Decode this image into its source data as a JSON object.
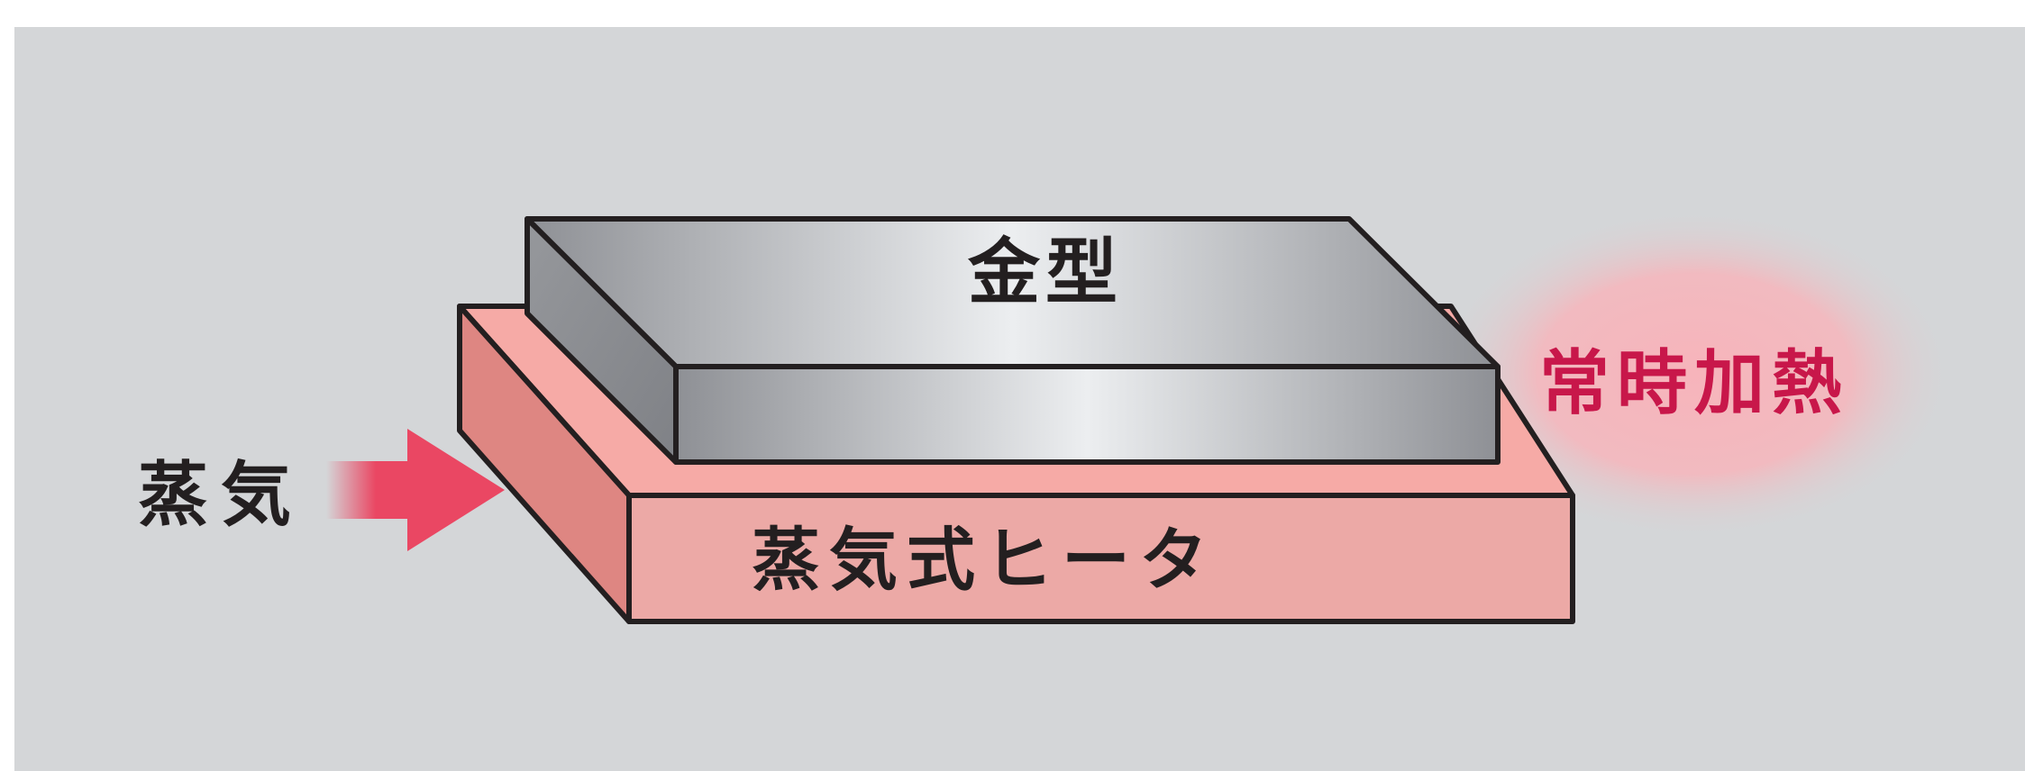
{
  "labels": {
    "mold": "金型",
    "heater": "蒸気式ヒータ",
    "steam": "蒸気",
    "constant_heating": "常時加熱"
  },
  "colors": {
    "background": "#d4d6d8",
    "outline": "#231f20",
    "heater_top": "#f6aaa6",
    "heater_front": "#eca9a6",
    "heater_side": "#de8682",
    "arrow": "#ea4763",
    "glow": "#f7b4bb",
    "glow_text": "#c8174a",
    "text": "#231f20",
    "metal_dark": "#8e9095",
    "metal_light": "#eceef0"
  },
  "icons": {
    "steam_arrow": "arrow-right-icon"
  }
}
